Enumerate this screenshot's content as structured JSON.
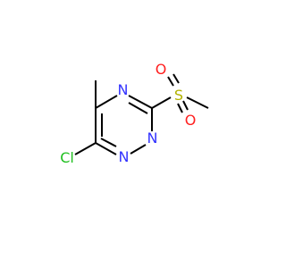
{
  "molecule": {
    "atoms": {
      "n4": {
        "symbol": "N",
        "color": "#3333ff"
      },
      "n1": {
        "symbol": "N",
        "color": "#3333ff"
      },
      "n2": {
        "symbol": "N",
        "color": "#3333ff"
      },
      "o_top": {
        "symbol": "O",
        "color": "#ff2020"
      },
      "o_bottom": {
        "symbol": "O",
        "color": "#ff2020"
      },
      "s": {
        "symbol": "S",
        "color": "#b2b200"
      },
      "cl": {
        "symbol": "Cl",
        "color": "#1fbf1f"
      }
    },
    "bond_color": "#000000"
  }
}
